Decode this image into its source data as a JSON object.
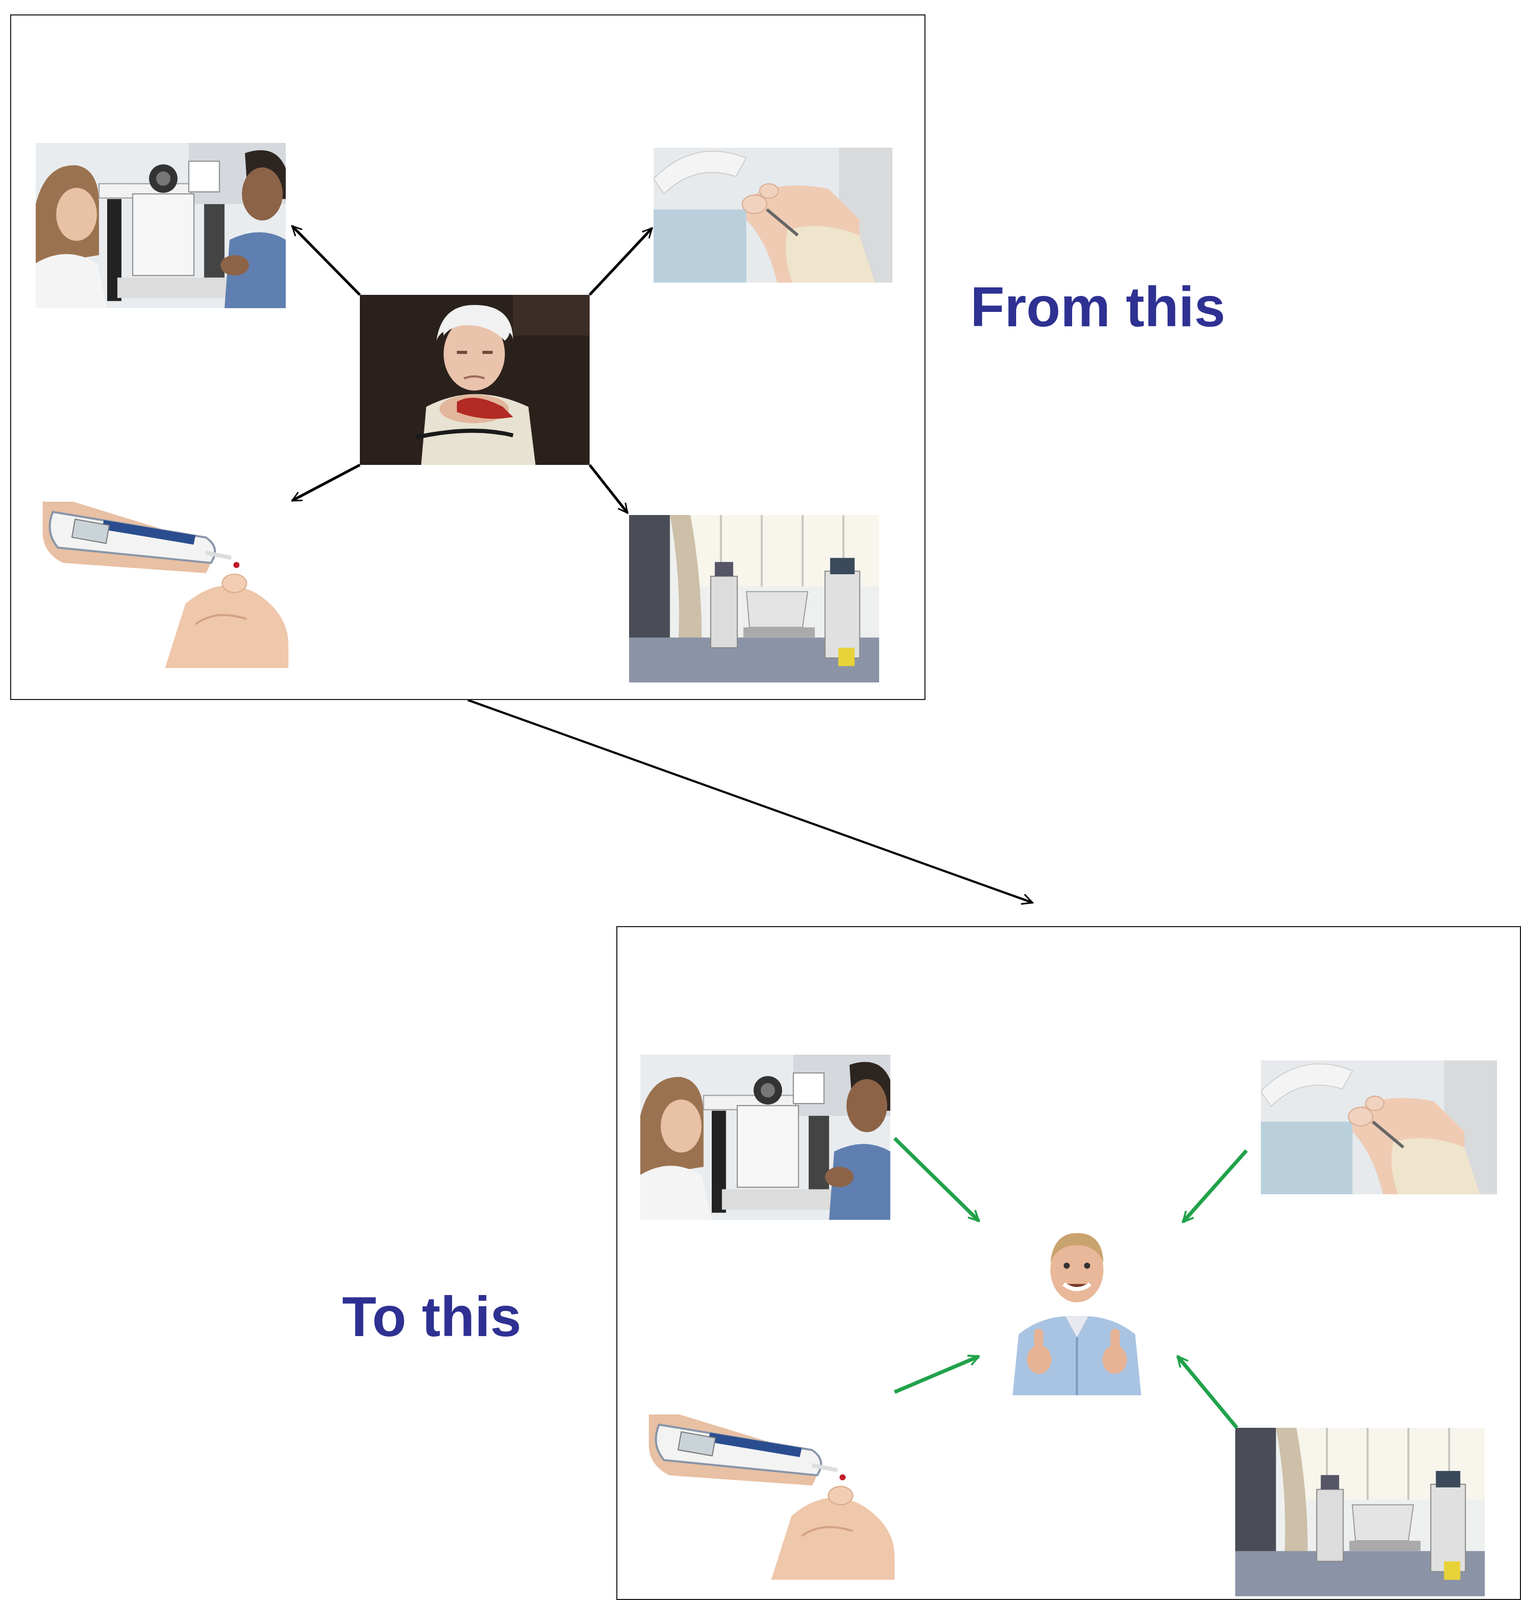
{
  "diagram": {
    "nodes": [
      {
        "text": [
          "From this"
        ]
      },
      {
        "text": [
          "To this"
        ]
      }
    ],
    "edges": [
      {
        "from": 0,
        "to": 1,
        "arrow": "to"
      }
    ]
  }
}
